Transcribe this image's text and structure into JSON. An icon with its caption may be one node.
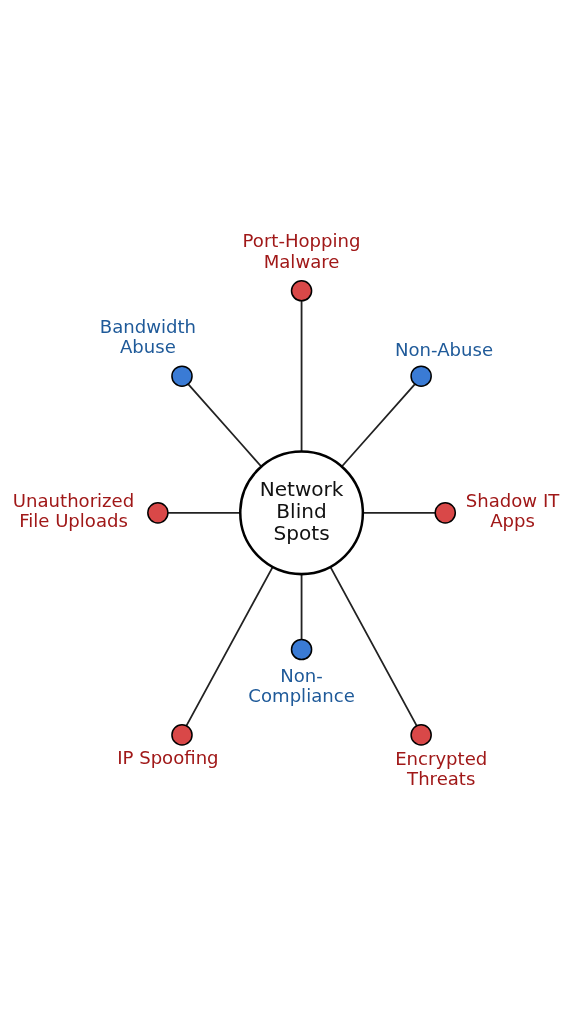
{
  "diagram": {
    "nodes": [
      {
        "text": [
          "Network Blind Spots"
        ]
      },
      {
        "text": [],
        "shape": "circle",
        "beside": [
          "Port-Hopping Malware"
        ]
      },
      {
        "text": [],
        "shape": "circle",
        "beside": [
          "Bandwidth Abuse"
        ]
      },
      {
        "text": [],
        "shape": "circle",
        "beside": [
          "Non-Abuse"
        ]
      },
      {
        "text": [],
        "shape": "circle",
        "beside": [
          "Unauthorized File Uploads"
        ]
      },
      {
        "text": [],
        "shape": "circle",
        "beside": [
          "Shadow IT Apps"
        ]
      },
      {
        "text": [],
        "shape": "circle",
        "beside": [
          "Non-Compliance"
        ]
      },
      {
        "text": [],
        "shape": "circle",
        "beside": [
          "IP Spoofing"
        ]
      },
      {
        "text": [],
        "shape": "circle",
        "beside": [
          "Encrypted Threats"
        ]
      }
    ],
    "edges": [
      {
        "from": 1,
        "to": 0,
        "arrow": "none"
      },
      {
        "from": 2,
        "to": 0,
        "arrow": "none"
      },
      {
        "from": 3,
        "to": 0,
        "arrow": "none"
      },
      {
        "from": 4,
        "to": 0,
        "arrow": "none"
      },
      {
        "from": 0,
        "to": 5,
        "arrow": "none"
      },
      {
        "from": 0,
        "to": 6,
        "arrow": "none"
      },
      {
        "from": 0,
        "to": 7,
        "arrow": "none"
      },
      {
        "from": 0,
        "to": 8,
        "arrow": "none"
      }
    ]
  }
}
